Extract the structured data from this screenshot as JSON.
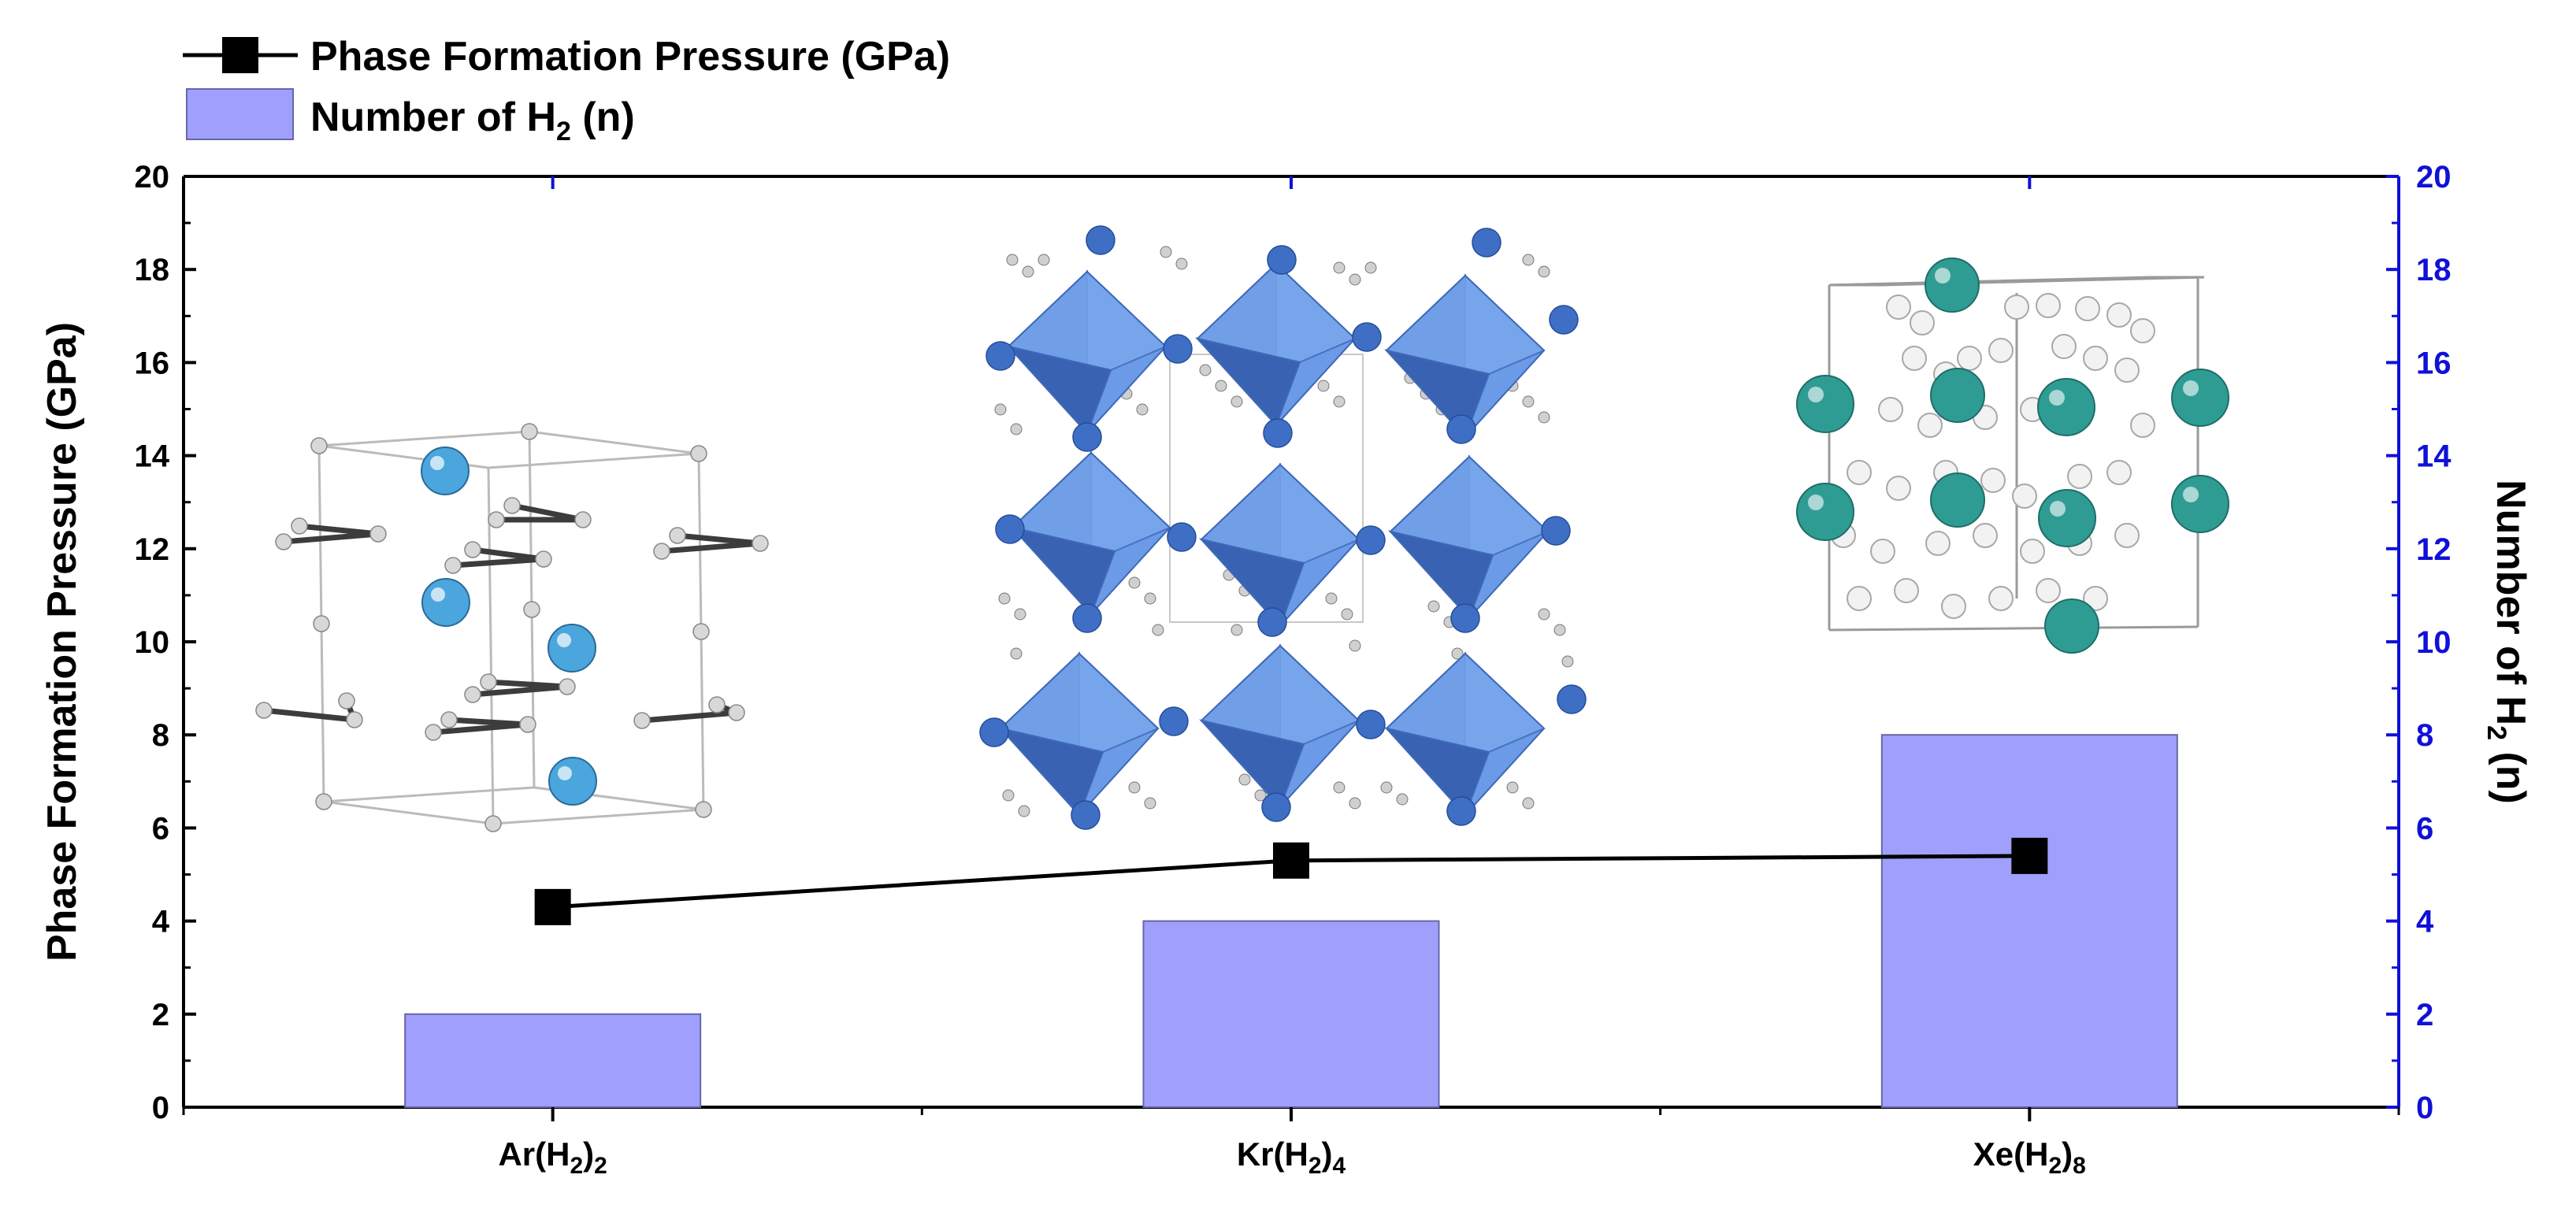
{
  "colors": {
    "bar_fill": "#a0a0fc",
    "bar_stroke": "#6666aa",
    "line": "#000000",
    "marker": "#000000",
    "left_axis": "#000000",
    "right_axis": "#1010d8",
    "ar_atom": "#4aa6dc",
    "kr_octahedron": "#5a8ad8",
    "xe_atom": "#2f9c94",
    "h_atom": "#e6e6e6"
  },
  "chart_data": {
    "type": "bar",
    "categories": [
      "Ar(H2)2",
      "Kr(H2)4",
      "Xe(H2)8"
    ],
    "category_labels": [
      {
        "base": "Ar(H",
        "sub_h": "2",
        "close": ")",
        "sub_n": "2"
      },
      {
        "base": "Kr(H",
        "sub_h": "2",
        "close": ")",
        "sub_n": "4"
      },
      {
        "base": "Xe(H",
        "sub_h": "2",
        "close": ")",
        "sub_n": "8"
      }
    ],
    "series": [
      {
        "name": "Phase Formation Pressure (GPa)",
        "type": "line",
        "axis": "left",
        "values": [
          4.3,
          5.3,
          5.4
        ],
        "marker": "square"
      },
      {
        "name": "Number of H2 (n)",
        "type": "bar",
        "axis": "right",
        "values": [
          2,
          4,
          8
        ]
      }
    ],
    "legend": {
      "pressure": "Phase Formation Pressure (GPa)",
      "h2_prefix": "Number of H",
      "h2_sub": "2",
      "h2_suffix": " (n)",
      "placement": "top-left"
    },
    "y_left": {
      "label": "Phase Formation Pressure (GPa)",
      "ylim": [
        0,
        20
      ],
      "ticks": [
        "0",
        "2",
        "4",
        "6",
        "8",
        "10",
        "12",
        "14",
        "16",
        "18",
        "20"
      ]
    },
    "y_right": {
      "label_prefix": "Number of H",
      "label_sub": "2",
      "label_suffix": " (n)",
      "ylim": [
        0,
        20
      ],
      "ticks": [
        "0",
        "2",
        "4",
        "6",
        "8",
        "10",
        "12",
        "14",
        "16",
        "18",
        "20"
      ]
    },
    "grid": false,
    "insets": [
      "ar-crystal-structure",
      "kr-crystal-structure",
      "xe-crystal-structure"
    ]
  }
}
